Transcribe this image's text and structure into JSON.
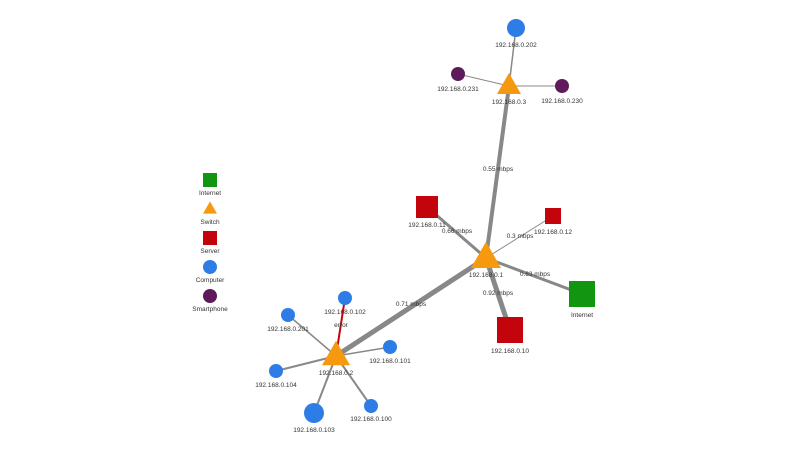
{
  "colors": {
    "internet": "#129612",
    "switch": "#f7990f",
    "server": "#c4040c",
    "computer": "#2e7de6",
    "smartphone": "#5e1a5a",
    "link": "#888888",
    "error_link": "#c4040c"
  },
  "legend": [
    {
      "type": "internet",
      "label": "Internet"
    },
    {
      "type": "switch",
      "label": "Switch"
    },
    {
      "type": "server",
      "label": "Server"
    },
    {
      "type": "computer",
      "label": "Computer"
    },
    {
      "type": "smartphone",
      "label": "Smartphone"
    }
  ],
  "nodes": [
    {
      "id": "s1",
      "type": "switch",
      "label": "192.168.0.1"
    },
    {
      "id": "s2",
      "type": "switch",
      "label": "192.168.0.2"
    },
    {
      "id": "s3",
      "type": "switch",
      "label": "192.168.0.3"
    },
    {
      "id": "inet",
      "type": "internet",
      "label": "Internet"
    },
    {
      "id": "sv10",
      "type": "server",
      "label": "192.168.0.10"
    },
    {
      "id": "sv11",
      "type": "server",
      "label": "192.168.0.11"
    },
    {
      "id": "sv12",
      "type": "server",
      "label": "192.168.0.12"
    },
    {
      "id": "c202",
      "type": "computer",
      "label": "192.168.0.202"
    },
    {
      "id": "c201",
      "type": "computer",
      "label": "192.168.0.201"
    },
    {
      "id": "c102",
      "type": "computer",
      "label": "192.168.0.102"
    },
    {
      "id": "c101",
      "type": "computer",
      "label": "192.168.0.101"
    },
    {
      "id": "c104",
      "type": "computer",
      "label": "192.168.0.104"
    },
    {
      "id": "c103",
      "type": "computer",
      "label": "192.168.0.103"
    },
    {
      "id": "c100",
      "type": "computer",
      "label": "192.168.0.100"
    },
    {
      "id": "p231",
      "type": "smartphone",
      "label": "192.168.0.231"
    },
    {
      "id": "p230",
      "type": "smartphone",
      "label": "192.168.0.230"
    }
  ],
  "edges": [
    {
      "from": "s1",
      "to": "s3",
      "label": "0.55 mbps",
      "status": "ok"
    },
    {
      "from": "s1",
      "to": "s2",
      "label": "0.71 mbps",
      "status": "ok"
    },
    {
      "from": "s1",
      "to": "sv11",
      "label": "0.66 mbps",
      "status": "ok"
    },
    {
      "from": "s1",
      "to": "sv12",
      "label": "0.3 mbps",
      "status": "ok"
    },
    {
      "from": "s1",
      "to": "inet",
      "label": "0.63 mbps",
      "status": "ok"
    },
    {
      "from": "s1",
      "to": "sv10",
      "label": "0.92 mbps",
      "status": "ok"
    },
    {
      "from": "s3",
      "to": "c202",
      "label": "",
      "status": "ok"
    },
    {
      "from": "s3",
      "to": "p231",
      "label": "",
      "status": "ok"
    },
    {
      "from": "s3",
      "to": "p230",
      "label": "",
      "status": "ok"
    },
    {
      "from": "s2",
      "to": "c102",
      "label": "error",
      "status": "error"
    },
    {
      "from": "s2",
      "to": "c201",
      "label": "",
      "status": "ok"
    },
    {
      "from": "s2",
      "to": "c101",
      "label": "",
      "status": "ok"
    },
    {
      "from": "s2",
      "to": "c104",
      "label": "",
      "status": "ok"
    },
    {
      "from": "s2",
      "to": "c103",
      "label": "",
      "status": "ok"
    },
    {
      "from": "s2",
      "to": "c100",
      "label": "",
      "status": "ok"
    }
  ]
}
